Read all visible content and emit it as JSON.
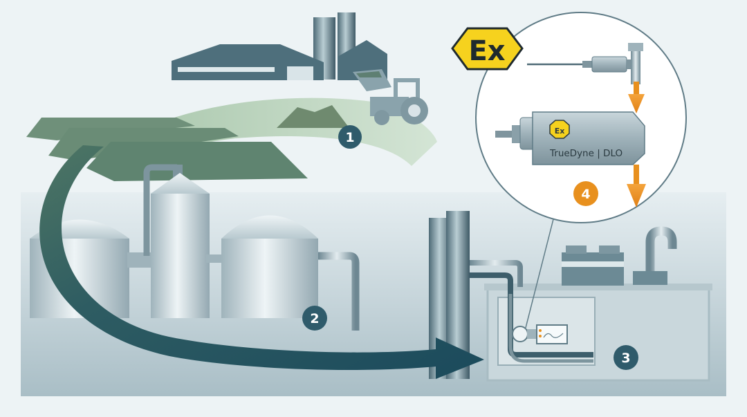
{
  "steps": [
    {
      "number": "1",
      "color": "#2f5b6b"
    },
    {
      "number": "2",
      "color": "#2f5b6b"
    },
    {
      "number": "3",
      "color": "#2f5b6b"
    },
    {
      "number": "4",
      "color": "#e8901e"
    }
  ],
  "device": {
    "name": "TrueDyne | DLO",
    "ex_mark": "Ex",
    "ex_badge": "Ex"
  },
  "colors": {
    "background": "#edf3f5",
    "field_green": "#6f907a",
    "ex_yellow": "#f6d21e",
    "flow_arrow_orange": "#e8901e",
    "flow_arrow_teal": "#1f4f5e"
  },
  "icons": [
    "ex-hazard-icon",
    "flow-arrow-icon",
    "tractor-icon",
    "barn-icon",
    "silo-icon",
    "digester-tank-icon",
    "gas-engine-icon",
    "sensor-icon"
  ]
}
